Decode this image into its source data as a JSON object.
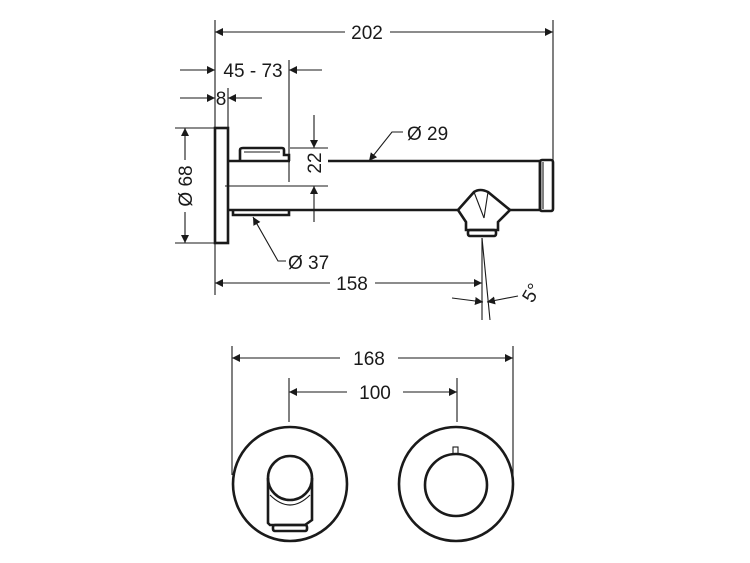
{
  "drawing": {
    "side_view": {
      "overall_length": "202",
      "wall_depth": "45 - 73",
      "plate_thickness": "8",
      "plate_diameter": "Ø 68",
      "spout_diameter": "Ø 29",
      "collar_diameter": "Ø 37",
      "height_offset": "22",
      "outlet_distance": "158",
      "outlet_angle": "5°"
    },
    "front_view": {
      "overall_width": "168",
      "center_distance": "100"
    }
  }
}
